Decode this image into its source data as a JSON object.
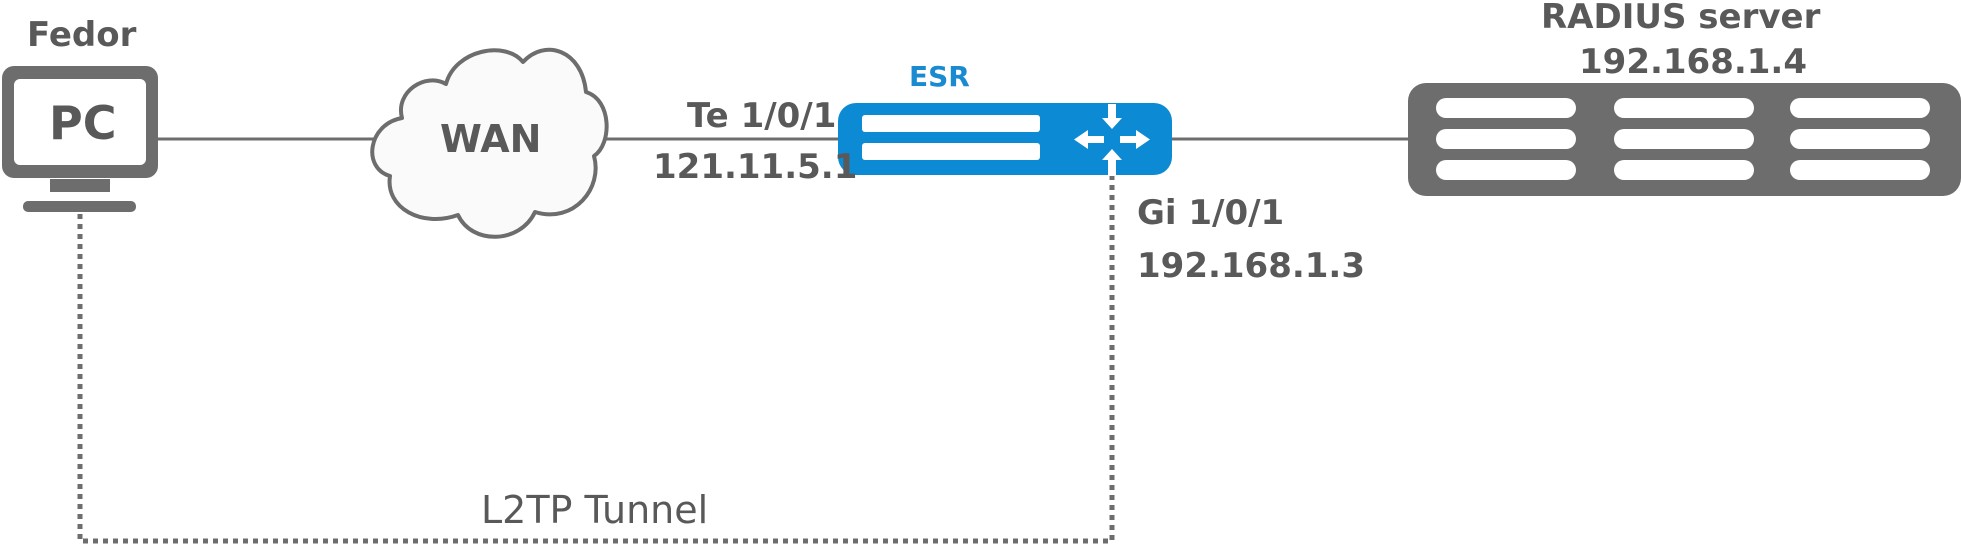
{
  "pc": {
    "user_label": "Fedor",
    "device_label": "PC"
  },
  "wan": {
    "label": "WAN"
  },
  "router": {
    "name": "ESR",
    "wan_interface": "Te 1/0/1",
    "wan_ip": "121.11.5.1",
    "lan_interface": "Gi 1/0/1",
    "lan_ip": "192.168.1.3"
  },
  "radius": {
    "title": "RADIUS server",
    "ip": "192.168.1.4"
  },
  "tunnel": {
    "label": "L2TP Tunnel"
  },
  "colors": {
    "device_gray": "#6d6d6d",
    "line_gray": "#6d6d6d",
    "router_blue": "#0d8ad4",
    "label_gray": "#595959",
    "esr_label_blue": "#1a8ad1"
  }
}
